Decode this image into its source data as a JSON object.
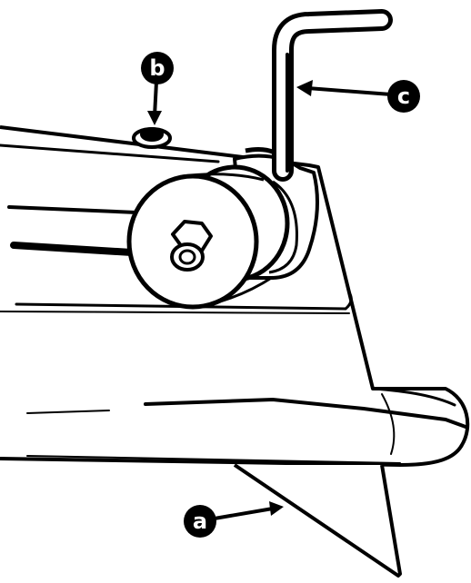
{
  "figure": {
    "callouts": [
      {
        "id": "a",
        "label": "a"
      },
      {
        "id": "b",
        "label": "b"
      },
      {
        "id": "c",
        "label": "c"
      }
    ],
    "colors": {
      "ink": "#000000",
      "paper": "#ffffff"
    }
  }
}
